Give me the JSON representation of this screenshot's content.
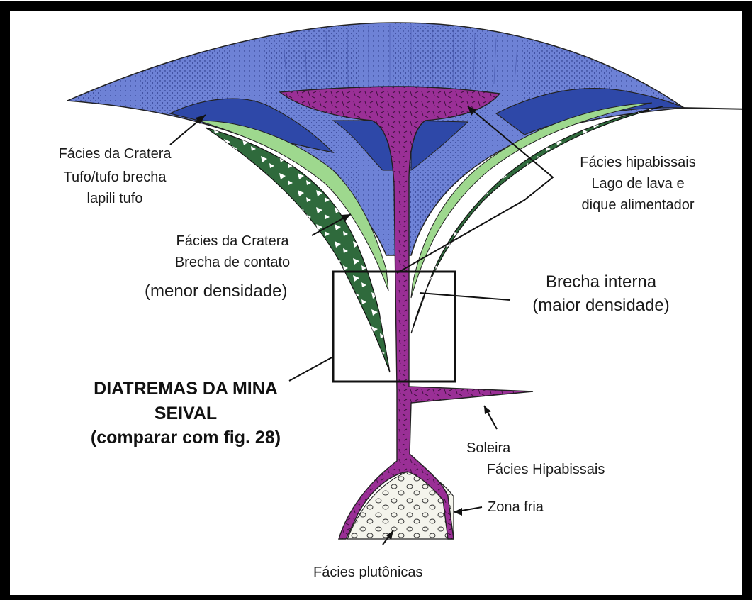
{
  "colors": {
    "crater_tuff": "#6e82d6",
    "crater_tuff_dark": "#2e48a8",
    "lava": "#9a2f96",
    "contact_breccia": "#2f6a3c",
    "green_band": "#9ed88e",
    "plutonic": "#f4f4ec",
    "frame": "#000000"
  },
  "labels": {
    "crater_facies": [
      "Fácies da Cratera",
      "Tufo/tufo brecha",
      "lapili tufo"
    ],
    "hypabyssal": [
      "Fácies hipabissais",
      "Lago de lava e",
      "dique alimentador"
    ],
    "contact_breccia": [
      "Fácies da Cratera",
      "Brecha de contato"
    ],
    "lower_density": "(menor densidade)",
    "internal_breccia": [
      "Brecha interna",
      "(maior densidade)"
    ],
    "title": [
      "DIATREMAS DA MINA",
      "SEIVAL",
      "(comparar com fig. 28)"
    ],
    "sill": [
      "Soleira",
      "Fácies Hipabissais"
    ],
    "cold_zone": "Zona fria",
    "plutonic": "Fácies plutônicas"
  }
}
